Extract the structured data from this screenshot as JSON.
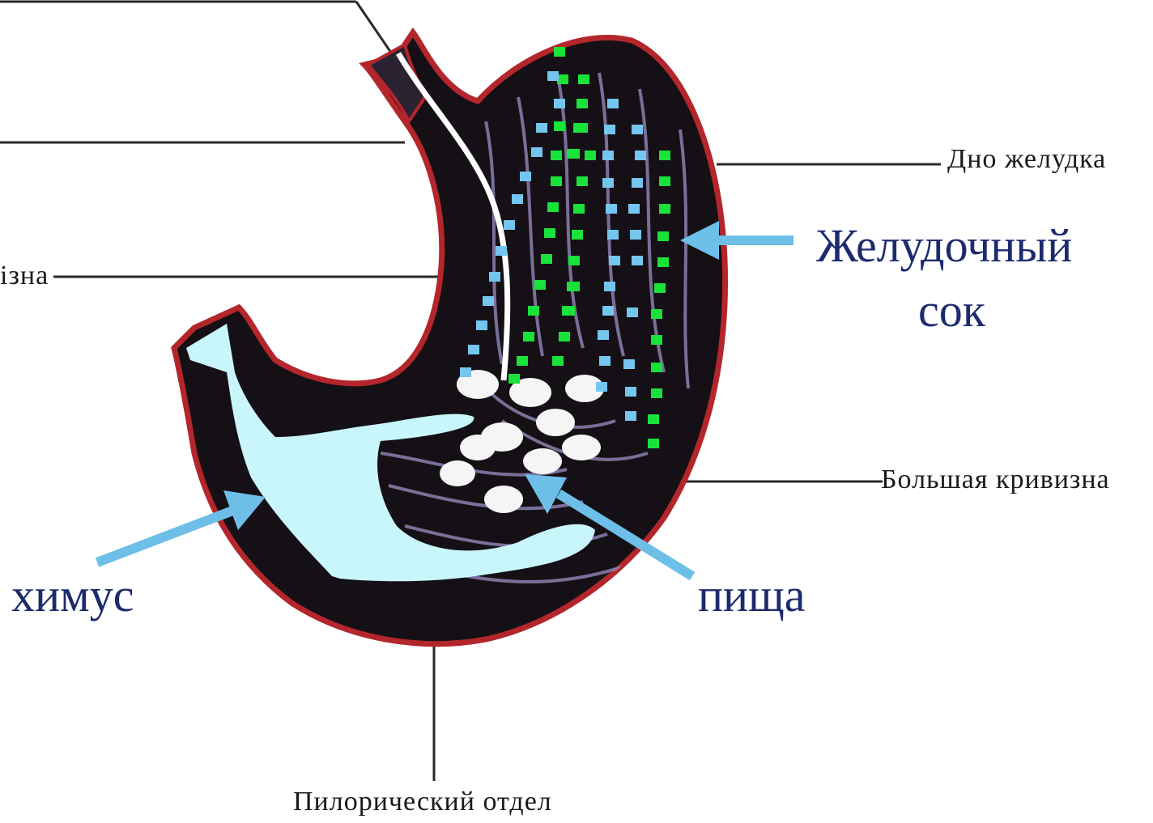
{
  "labels": {
    "fundus": "Дно  желудка",
    "greater_curvature": "Большая кривизна",
    "pyloric_part": "Пилорический отдел",
    "curvature_partial": "ізна",
    "gastric_juice_line1": "Желудочный",
    "gastric_juice_line2": "сок",
    "chyme": "химус",
    "food": "пища"
  },
  "colors": {
    "stomach_interior": "#151015",
    "stomach_wall": "#b3262b",
    "mucosa_folds": "#9b8fc6",
    "chyme_fill": "#c8f6fb",
    "food_fill": "#f5f5f5",
    "gastric_juice_green": "#19e23a",
    "gastric_juice_blue": "#74c6ef",
    "pointer_arrow": "#6dbfe8",
    "leader_line": "#2a2a2a",
    "big_label_text": "#1c2a6e"
  }
}
